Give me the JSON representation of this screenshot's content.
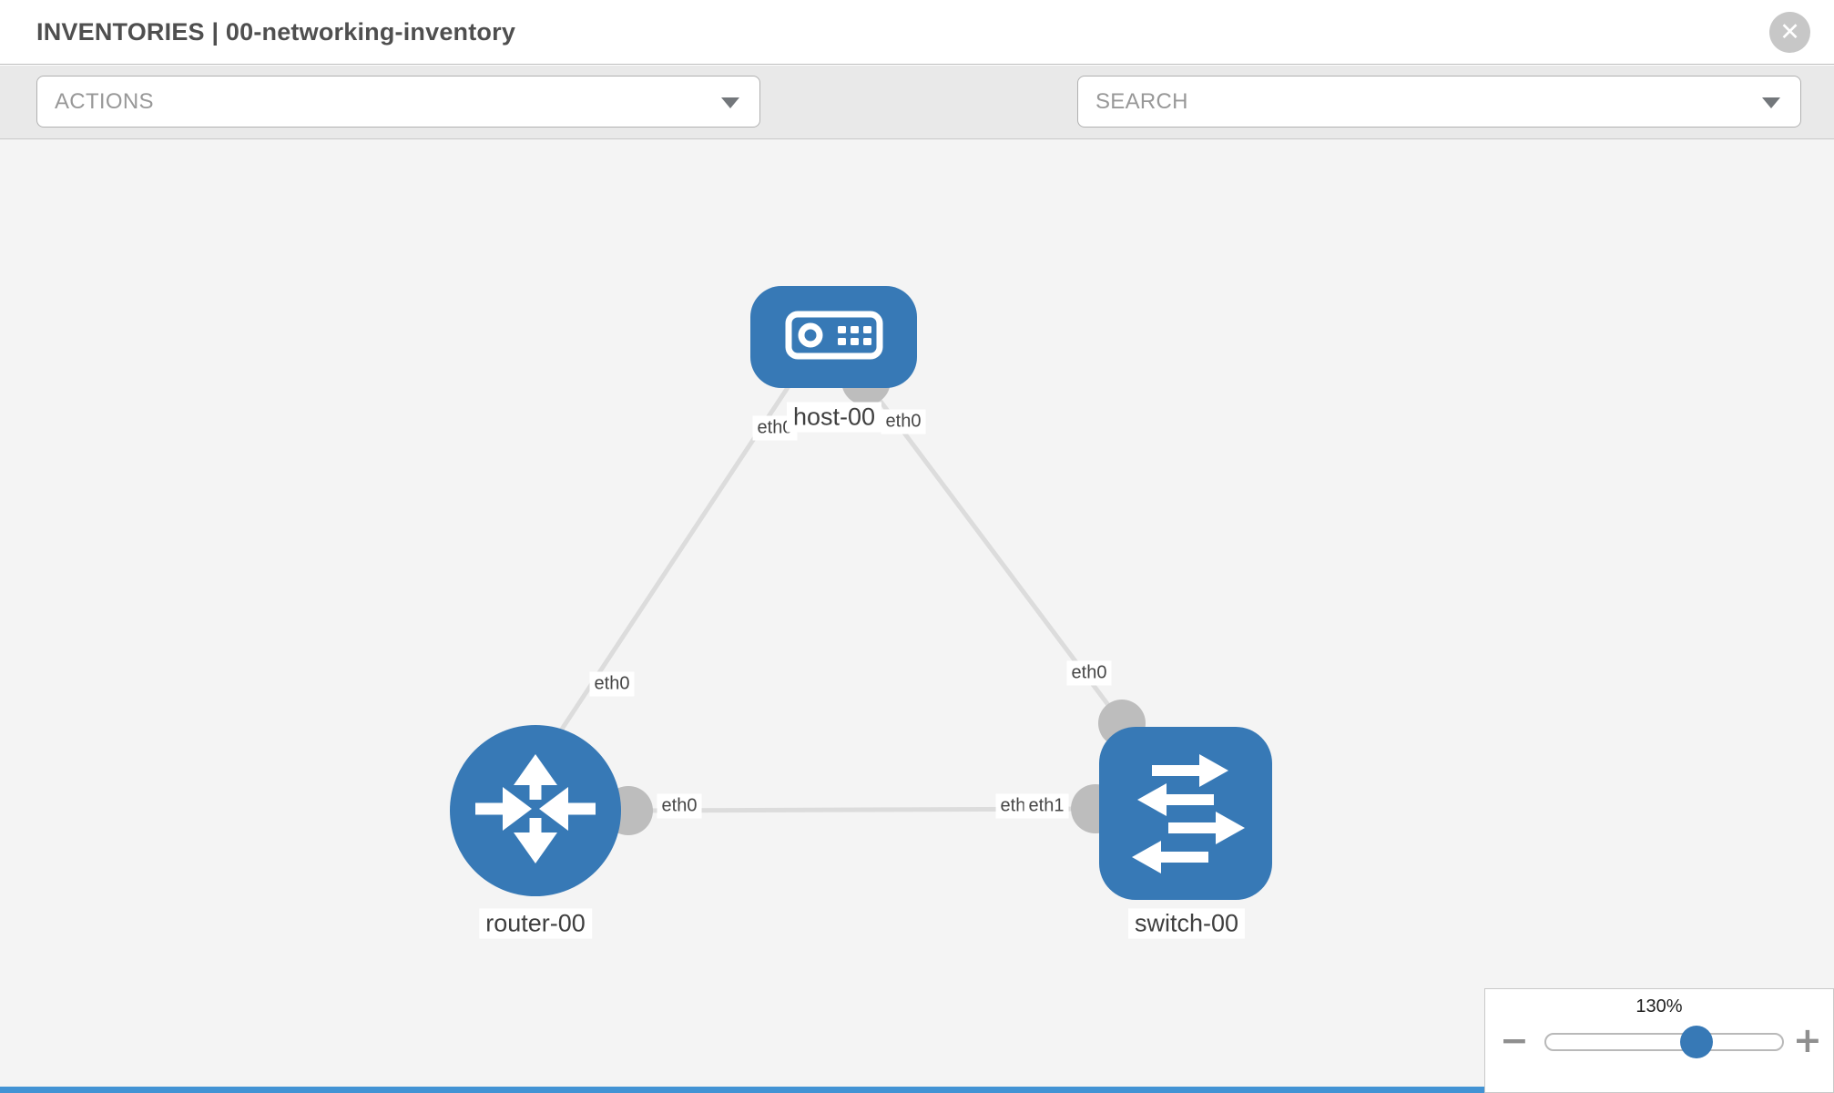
{
  "header": {
    "title": "INVENTORIES | 00-networking-inventory"
  },
  "toolbar": {
    "actions_label": "ACTIONS",
    "search_label": "SEARCH"
  },
  "icons": {
    "close_glyph": "✕",
    "close": "close-circle-icon",
    "wrench": "wrench-icon",
    "key": "key-icon",
    "actions_caret": "caret-down-icon",
    "search_caret": "caret-down-icon"
  },
  "topology": {
    "nodes": [
      {
        "id": "host-00",
        "type": "host",
        "label": "host-00"
      },
      {
        "id": "router-00",
        "type": "router",
        "label": "router-00"
      },
      {
        "id": "switch-00",
        "type": "switch",
        "label": "switch-00"
      }
    ],
    "links": [
      {
        "from": "host-00",
        "from_if": "eth0",
        "to": "router-00",
        "to_if": "eth0"
      },
      {
        "from": "host-00",
        "from_if": "eth0",
        "to": "switch-00",
        "to_if": "eth0"
      },
      {
        "from": "router-00",
        "from_if": "eth0",
        "to": "switch-00",
        "to_if": "eth1"
      }
    ],
    "interface_labels": {
      "host_left": "eth0",
      "host_right": "eth0",
      "router_top": "eth0",
      "router_right": "eth0",
      "switch_left_under": "eth0",
      "switch_left_top": "eth1",
      "switch_top": "eth0"
    }
  },
  "zoom_control": {
    "level": "130%",
    "minus": "−",
    "plus": "+"
  },
  "colors": {
    "node_blue": "#3779b6",
    "link_gray": "#dcdcdc",
    "connector_gray": "#bdbdbd",
    "canvas_bg": "#f4f4f4",
    "toolbar_bg": "#e9e9e9",
    "bottom_bar_blue": "#4293d4"
  }
}
